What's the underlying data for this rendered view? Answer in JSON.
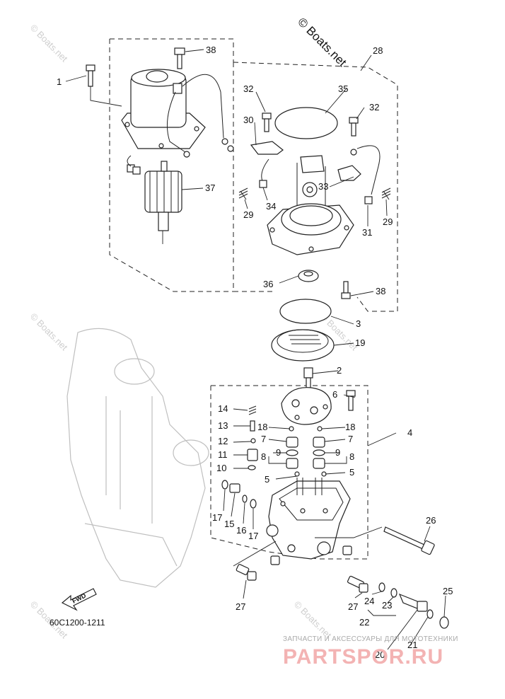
{
  "watermark_top": "© Boats.net",
  "watermark_side": "© Boats.net",
  "diagram_code": "60C1200-1211",
  "fwd_label": "FWD",
  "shop_tagline": "ЗАПЧАСТИ И АКСЕССУАРЫ ДЛЯ МОТОТЕХНИКИ",
  "shop_name": "PARTSPOR.RU",
  "callouts": [
    "1",
    "2",
    "3",
    "4",
    "5",
    "5",
    "6",
    "7",
    "7",
    "8",
    "8",
    "9",
    "9",
    "10",
    "11",
    "12",
    "13",
    "14",
    "15",
    "16",
    "17",
    "17",
    "18",
    "18",
    "19",
    "20",
    "21",
    "22",
    "23",
    "24",
    "25",
    "26",
    "27",
    "27",
    "28",
    "29",
    "29",
    "30",
    "31",
    "32",
    "32",
    "33",
    "34",
    "35",
    "36",
    "37",
    "38",
    "38"
  ]
}
